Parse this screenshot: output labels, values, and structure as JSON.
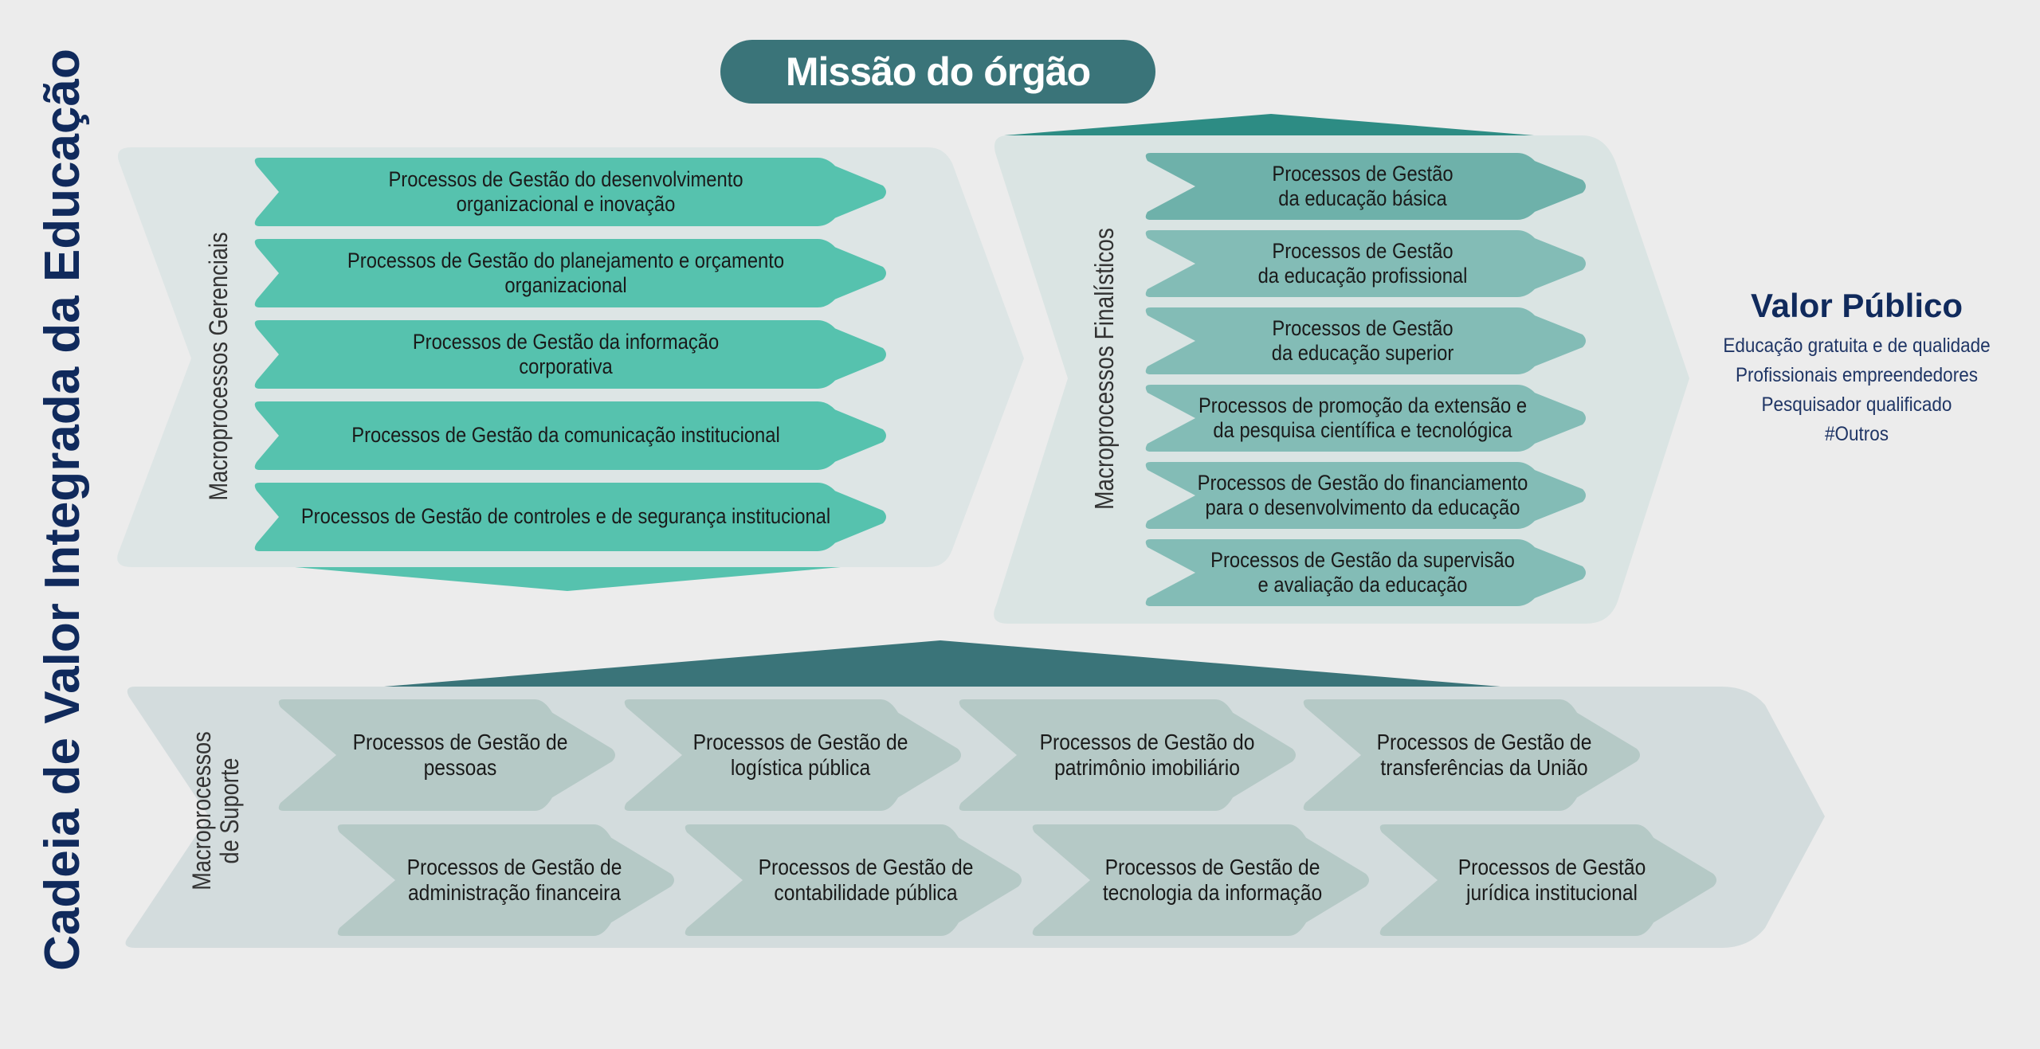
{
  "title": "Cadeia de Valor Integrada da Educação",
  "mission": "Missão do órgão",
  "gerenciais": {
    "label": "Macroprocessos Gerenciais",
    "items": [
      "Processos de Gestão do desenvolvimento\norganizacional e inovação",
      "Processos de Gestão do planejamento e orçamento\norganizacional",
      "Processos de Gestão da informação\ncorporativa",
      "Processos de Gestão da comunicação institucional",
      "Processos de Gestão de controles e de segurança institucional"
    ]
  },
  "finalisticos": {
    "label": "Macroprocessos Finalísticos",
    "items": [
      "Processos de Gestão\nda educação básica",
      "Processos de Gestão\nda educação profissional",
      "Processos de Gestão\nda educação superior",
      "Processos de promoção da extensão e\nda pesquisa científica e tecnológica",
      "Processos de Gestão do financiamento\npara o desenvolvimento da educação",
      "Processos de Gestão da supervisão\ne avaliação da educação"
    ]
  },
  "suporte": {
    "label": "Macroprocessos\nde Suporte",
    "row1": [
      "Processos de Gestão de\npessoas",
      "Processos de Gestão de\nlogística pública",
      "Processos de Gestão do\npatrimônio imobiliário",
      "Processos de Gestão de\ntransferências da União"
    ],
    "row2": [
      "Processos de Gestão de\nadministração financeira",
      "Processos de Gestão de\ncontabilidade pública",
      "Processos de Gestão de\ntecnologia da informação",
      "Processos de Gestão\njurídica institucional"
    ]
  },
  "valor_publico": {
    "title": "Valor Público",
    "items": [
      "Educação gratuita e de qualidade",
      "Profissionais empreendedores",
      "Pesquisador qualificado",
      "#Outros"
    ]
  },
  "colors": {
    "background": "#ececec",
    "title": "#102a5c",
    "mission": "#3a7479",
    "gerencial_item": "#56c2ae",
    "finalistico_item": "#83bcb6",
    "finalistico_item_dark": "#6eb1aa",
    "suporte_item": "#b5c9c6",
    "panel_light": "#dde6e6",
    "panel_suporte": "#d3dcdd",
    "roof_finalistico": "#2d8c84",
    "roof_suporte": "#3a7479"
  }
}
